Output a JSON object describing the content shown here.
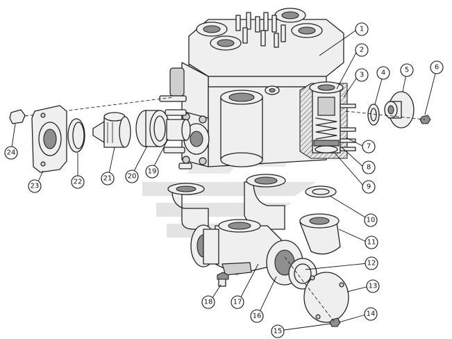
{
  "callouts": [
    {
      "id": "c1",
      "label": "1"
    },
    {
      "id": "c2",
      "label": "2"
    },
    {
      "id": "c3",
      "label": "3"
    },
    {
      "id": "c4",
      "label": "4"
    },
    {
      "id": "c5",
      "label": "5"
    },
    {
      "id": "c6",
      "label": "6"
    },
    {
      "id": "c7",
      "label": "7"
    },
    {
      "id": "c8",
      "label": "8"
    },
    {
      "id": "c9",
      "label": "9"
    },
    {
      "id": "c10",
      "label": "10"
    },
    {
      "id": "c11",
      "label": "11"
    },
    {
      "id": "c12",
      "label": "12"
    },
    {
      "id": "c13",
      "label": "13"
    },
    {
      "id": "c14",
      "label": "14"
    },
    {
      "id": "c15",
      "label": "15"
    },
    {
      "id": "c16",
      "label": "16"
    },
    {
      "id": "c17",
      "label": "17"
    },
    {
      "id": "c18",
      "label": "18"
    },
    {
      "id": "c19",
      "label": "19"
    },
    {
      "id": "c20",
      "label": "20"
    },
    {
      "id": "c21",
      "label": "21"
    },
    {
      "id": "c22",
      "label": "22"
    },
    {
      "id": "c23",
      "label": "23"
    },
    {
      "id": "c24",
      "label": "24"
    }
  ],
  "colors": {
    "line": "#222222",
    "part_fill": "#efefef",
    "shade": "#cfcfcf",
    "watermark": "#c8c8c8"
  },
  "watermark": {
    "icon": "stylized-logo-watermark"
  }
}
